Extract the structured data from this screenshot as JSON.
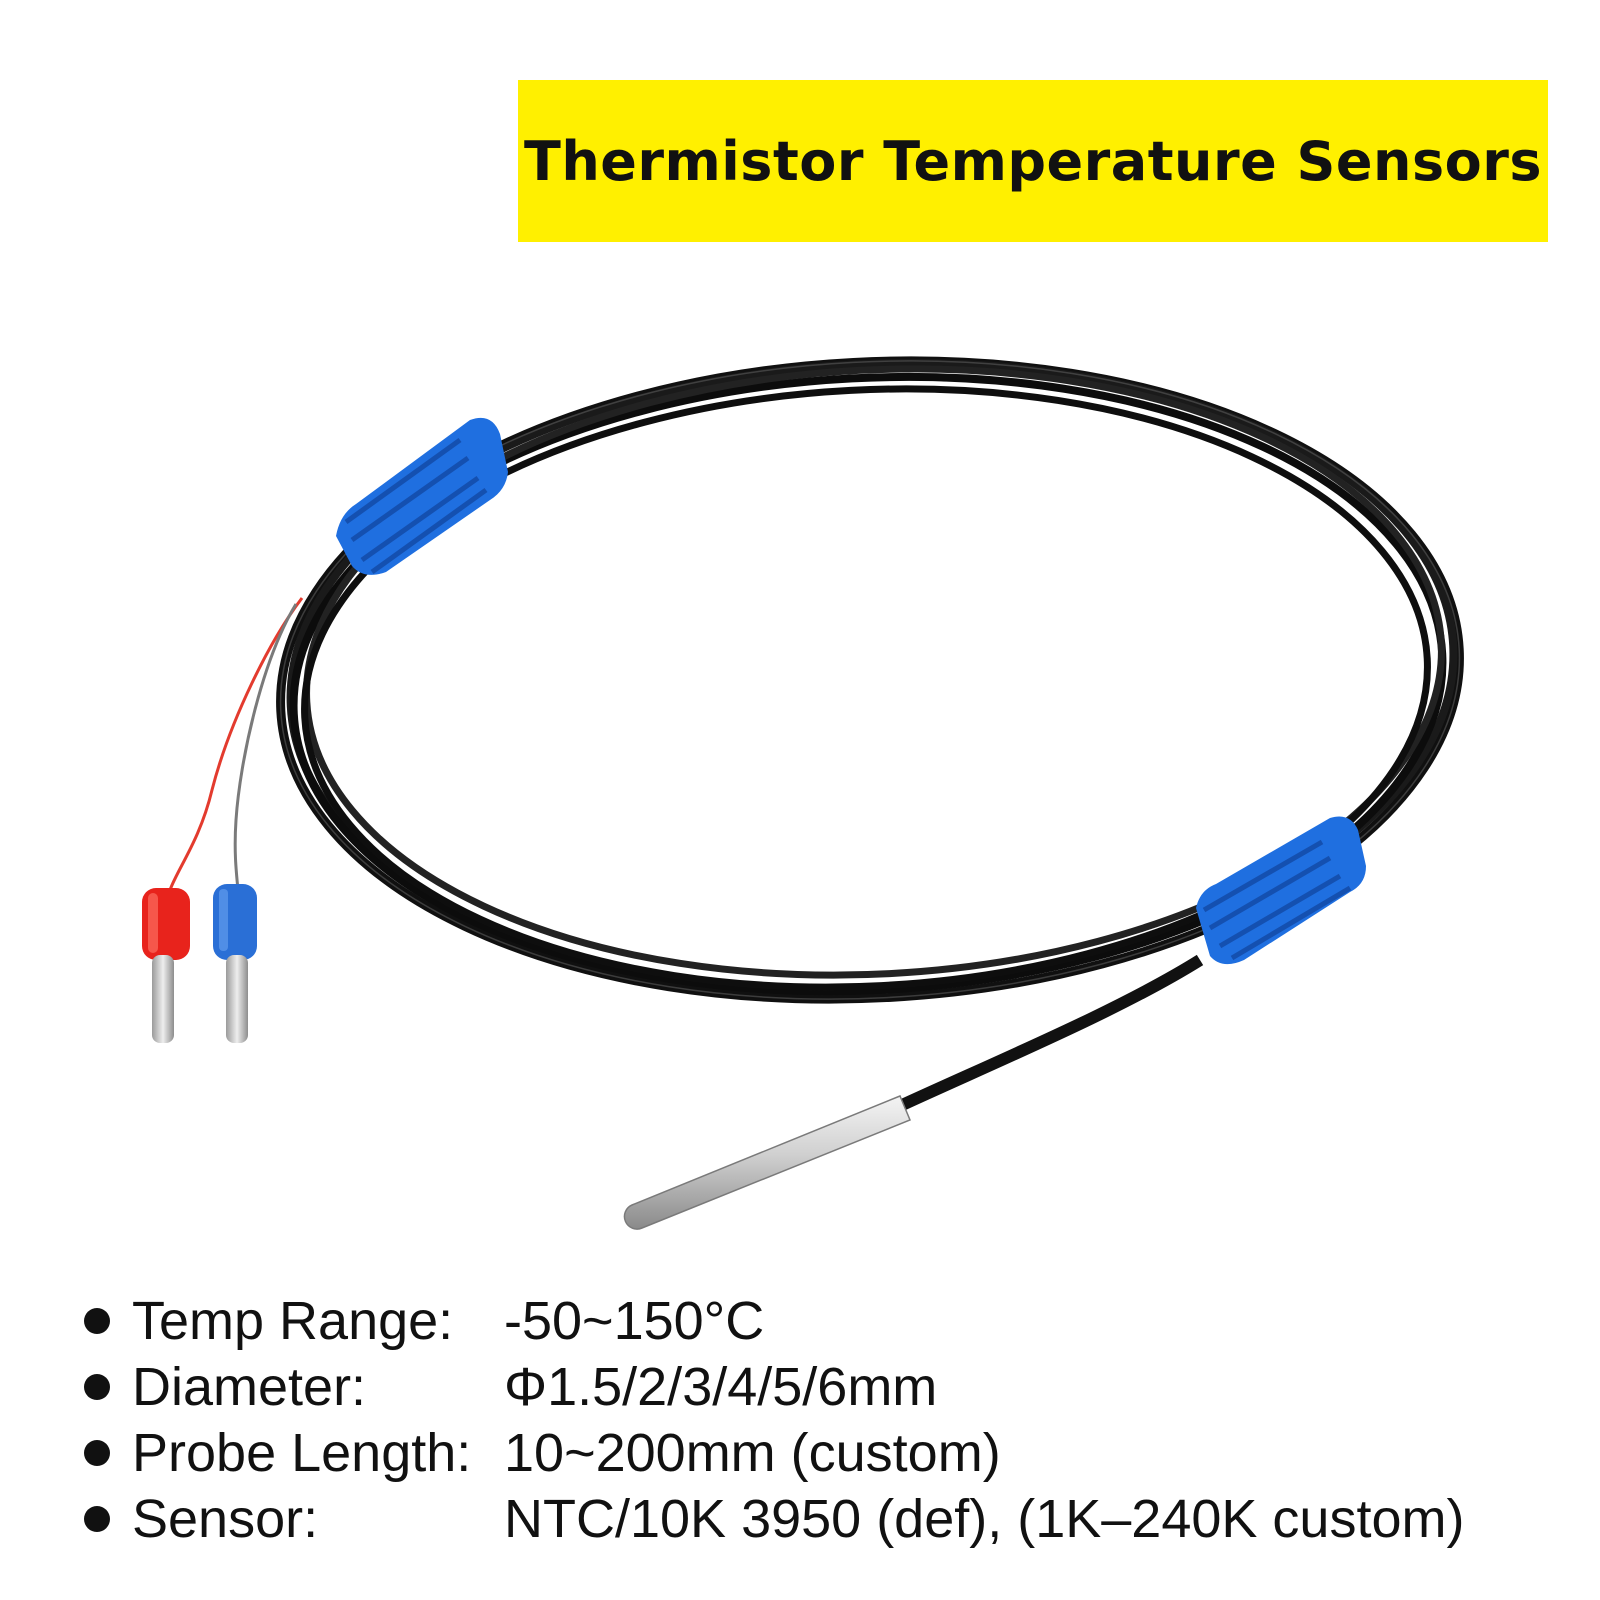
{
  "banner": {
    "title": "Thermistor Temperature Sensors",
    "background_color": "#fff000"
  },
  "product_image": {
    "icon": "coiled-thermistor-cable-photo",
    "colors": {
      "cable": "#111111",
      "clip": "#1f6fe0",
      "ferrule_red": "#e8231c",
      "ferrule_blue": "#2a6fd6",
      "probe": "#c9c9c9"
    }
  },
  "specs": [
    {
      "label": "Temp Range:",
      "value": "-50~150°C"
    },
    {
      "label": "Diameter:",
      "value": "Φ1.5/2/3/4/5/6mm"
    },
    {
      "label": "Probe Length:",
      "value": "10~200mm (custom)"
    },
    {
      "label": "Sensor:",
      "value": "NTC/10K 3950 (def), (1K–240K custom)"
    }
  ]
}
